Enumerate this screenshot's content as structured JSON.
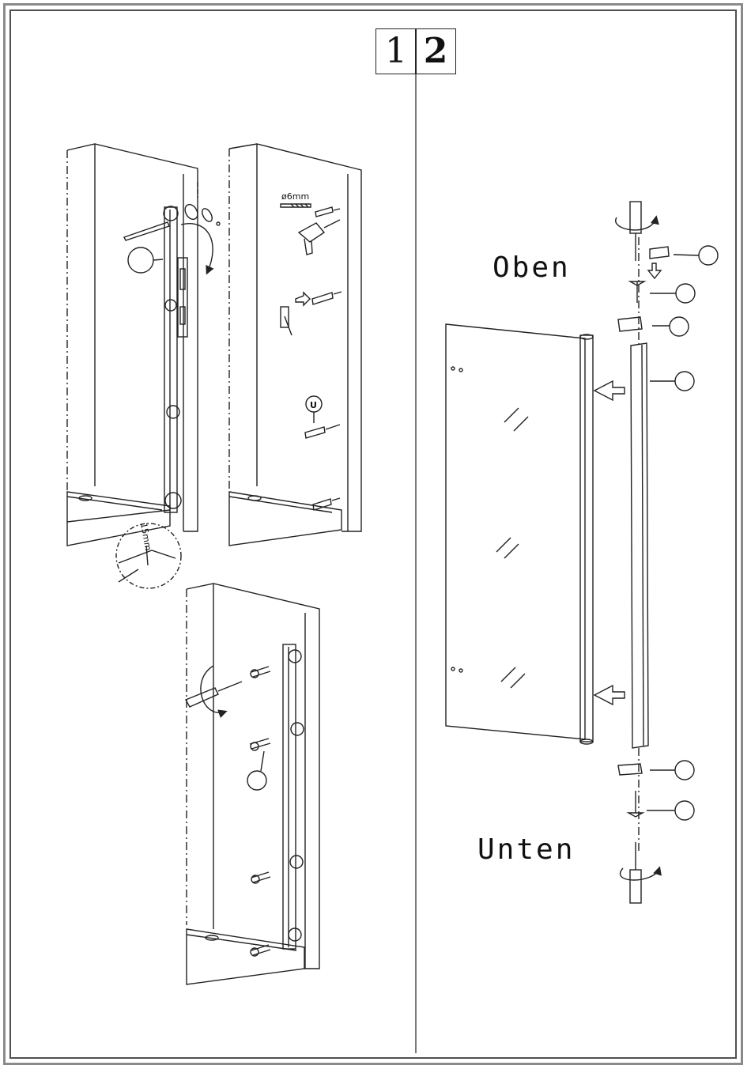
{
  "steps": {
    "step_1": "1",
    "step_2": "2"
  },
  "labels": {
    "drill_diameter": "ø6mm",
    "gap_measure": "15mm",
    "top": "Oben",
    "bottom": "Unten",
    "level_mark": "U"
  }
}
